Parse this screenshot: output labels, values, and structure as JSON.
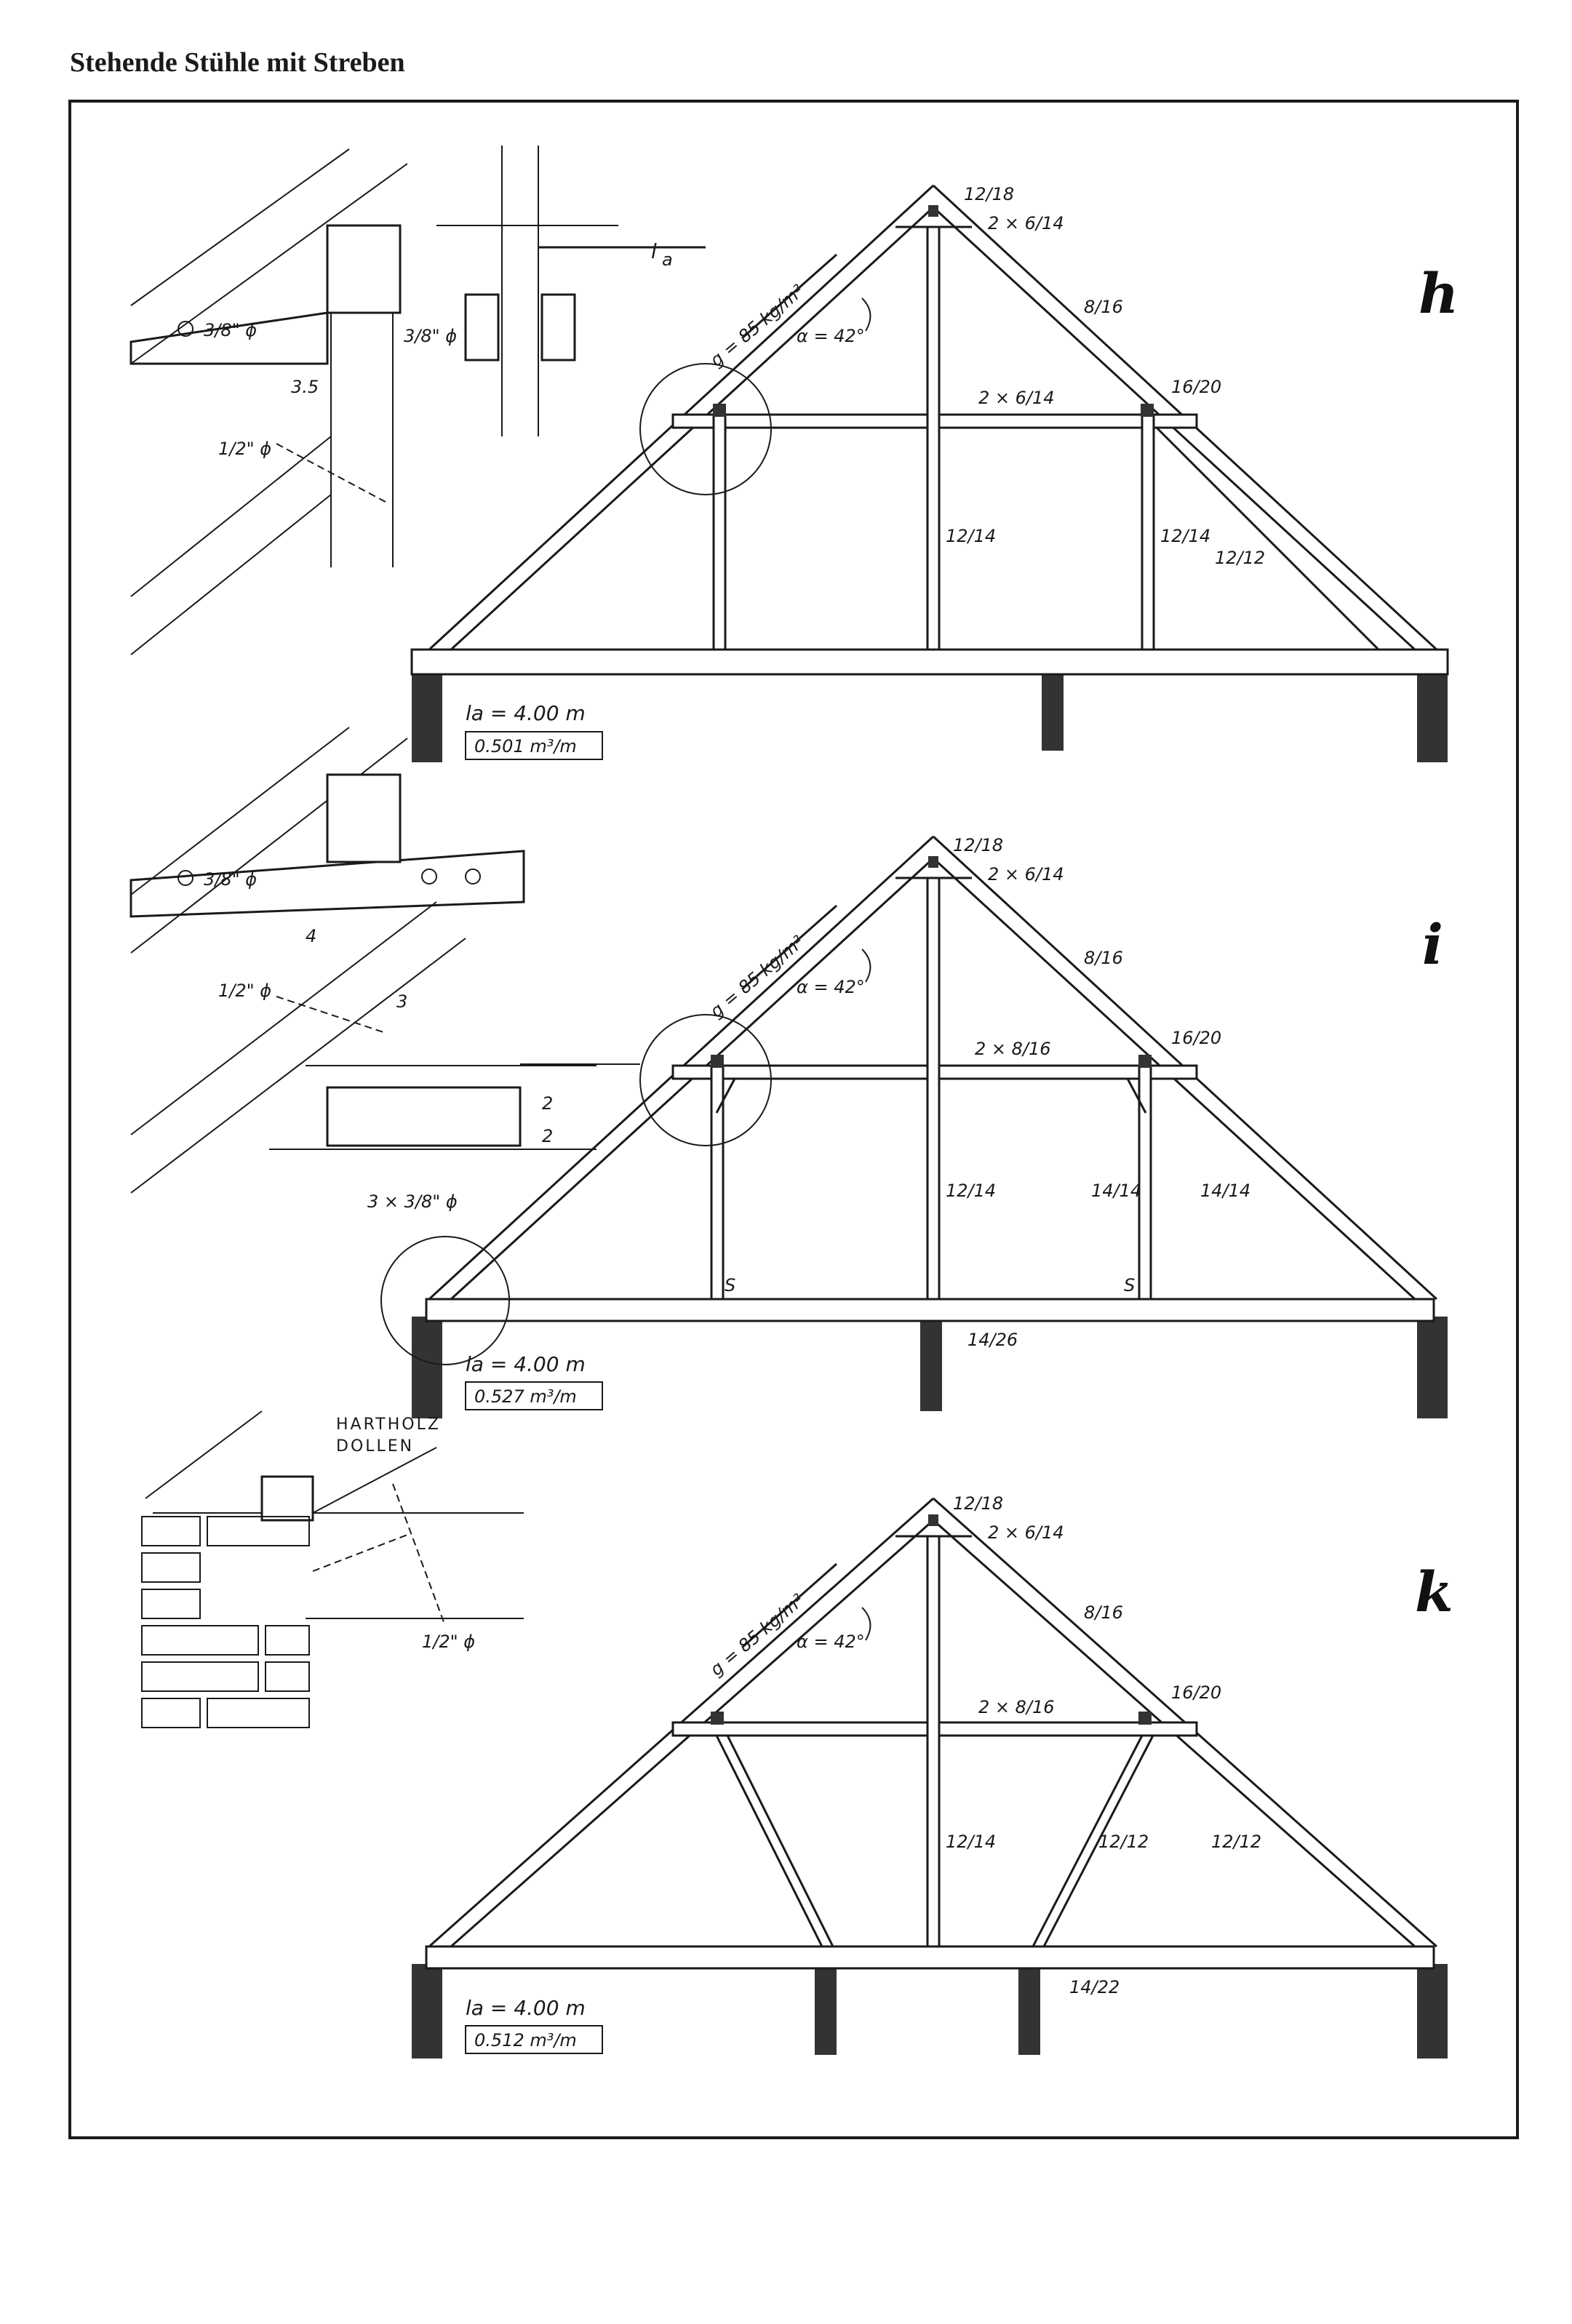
{
  "heading": "Stehende Stühle mit Streben",
  "details": {
    "top": {
      "bolt_a": "3/8\" ϕ",
      "bolt_b": "3/8\" ϕ",
      "dim": "3.5",
      "bolt_c": "1/2\" ϕ",
      "la": "l",
      "la_sub": "a"
    },
    "middle": {
      "bolt_a": "3/8\" ϕ",
      "dim_a": "4",
      "dim_b": "3",
      "bolt_c": "1/2\" ϕ",
      "dim_c": "2",
      "dim_d": "2",
      "bolts": "3 × 3/8\" ϕ"
    },
    "bottom": {
      "hardwood_1": "HARTHOLZ",
      "hardwood_2": "DOLLEN",
      "bolt": "1/2\" ϕ"
    }
  },
  "trusses": [
    {
      "letter": "h",
      "load": "g = 85 kg/m²",
      "angle": "α = 42°",
      "ridge": "12/18",
      "ridge_pair": "2 × 6/14",
      "rafter": "8/16",
      "collar": "2 × 6/14",
      "purlin": "16/20",
      "post_center": "12/14",
      "post_right": "12/14",
      "brace": "12/12",
      "span": "la = 4.00 m",
      "volume": "0.501 m³/m"
    },
    {
      "letter": "i",
      "load": "g = 85 kg/m²",
      "angle": "α = 42°",
      "ridge": "12/18",
      "ridge_pair": "2 × 6/14",
      "rafter": "8/16",
      "collar": "2 × 8/16",
      "purlin": "16/20",
      "post_center": "12/14",
      "post_right": "14/14",
      "brace": "14/14",
      "tie": "14/26",
      "post_mark_left": "S",
      "post_mark_right": "S",
      "span": "la = 4.00 m",
      "volume": "0.527 m³/m"
    },
    {
      "letter": "k",
      "load": "g = 85 kg/m²",
      "angle": "α = 42°",
      "ridge": "12/18",
      "ridge_pair": "2 × 6/14",
      "rafter": "8/16",
      "collar": "2 × 8/16",
      "purlin": "16/20",
      "post_center": "12/14",
      "strut": "12/12",
      "brace": "12/12",
      "tie": "14/22",
      "span": "la = 4.00 m",
      "volume": "0.512 m³/m"
    }
  ]
}
